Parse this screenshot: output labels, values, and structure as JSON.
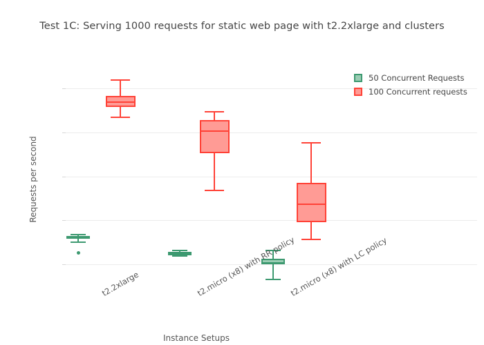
{
  "chart_data": {
    "type": "box",
    "title": "Test 1C: Serving 1000 requests for static web page with t2.2xlarge and clusters",
    "xlabel": "Instance Setups",
    "ylabel": "Requests per second",
    "categories": [
      "t2.2xlarge",
      "t2.micro (x8) with RR policy",
      "t2.micro (x8) with LC policy"
    ],
    "yticks": [
      600,
      800,
      1000,
      1200,
      1400
    ],
    "ylim": [
      500,
      1470
    ],
    "grid": true,
    "legend_position": "top-right",
    "colors": {
      "green_fill": "#9BCDB4",
      "green_line": "#3D9970",
      "red_fill": "#FF9B95",
      "red_line": "#FF4136"
    },
    "series": [
      {
        "name": "50 Concurrent Requests",
        "color_fill": "#9BCDB4",
        "color_line": "#3D9970",
        "boxes": [
          {
            "category": "t2.2xlarge",
            "min": 705,
            "q1": 715,
            "median": 722,
            "q3": 730,
            "max": 737,
            "outliers": [
              653
            ]
          },
          {
            "category": "t2.micro (x8) with RR policy",
            "min": 640,
            "q1": 645,
            "median": 648,
            "q3": 655,
            "max": 665,
            "outliers": []
          },
          {
            "category": "t2.micro (x8) with LC policy",
            "min": 535,
            "q1": 600,
            "median": 610,
            "q3": 625,
            "max": 665,
            "outliers": []
          }
        ]
      },
      {
        "name": "100 Concurrent requests",
        "color_fill": "#FF9B95",
        "color_line": "#FF4136",
        "boxes": [
          {
            "category": "t2.2xlarge",
            "min": 1270,
            "q1": 1315,
            "median": 1340,
            "q3": 1365,
            "max": 1440,
            "outliers": []
          },
          {
            "category": "t2.micro (x8) with RR policy",
            "min": 940,
            "q1": 1105,
            "median": 1210,
            "q3": 1255,
            "max": 1295,
            "outliers": []
          },
          {
            "category": "t2.micro (x8) with LC policy",
            "min": 715,
            "q1": 790,
            "median": 875,
            "q3": 970,
            "max": 1155,
            "outliers": []
          }
        ]
      }
    ]
  },
  "legend": {
    "items": [
      {
        "label": "50 Concurrent Requests"
      },
      {
        "label": "100 Concurrent requests"
      }
    ]
  }
}
